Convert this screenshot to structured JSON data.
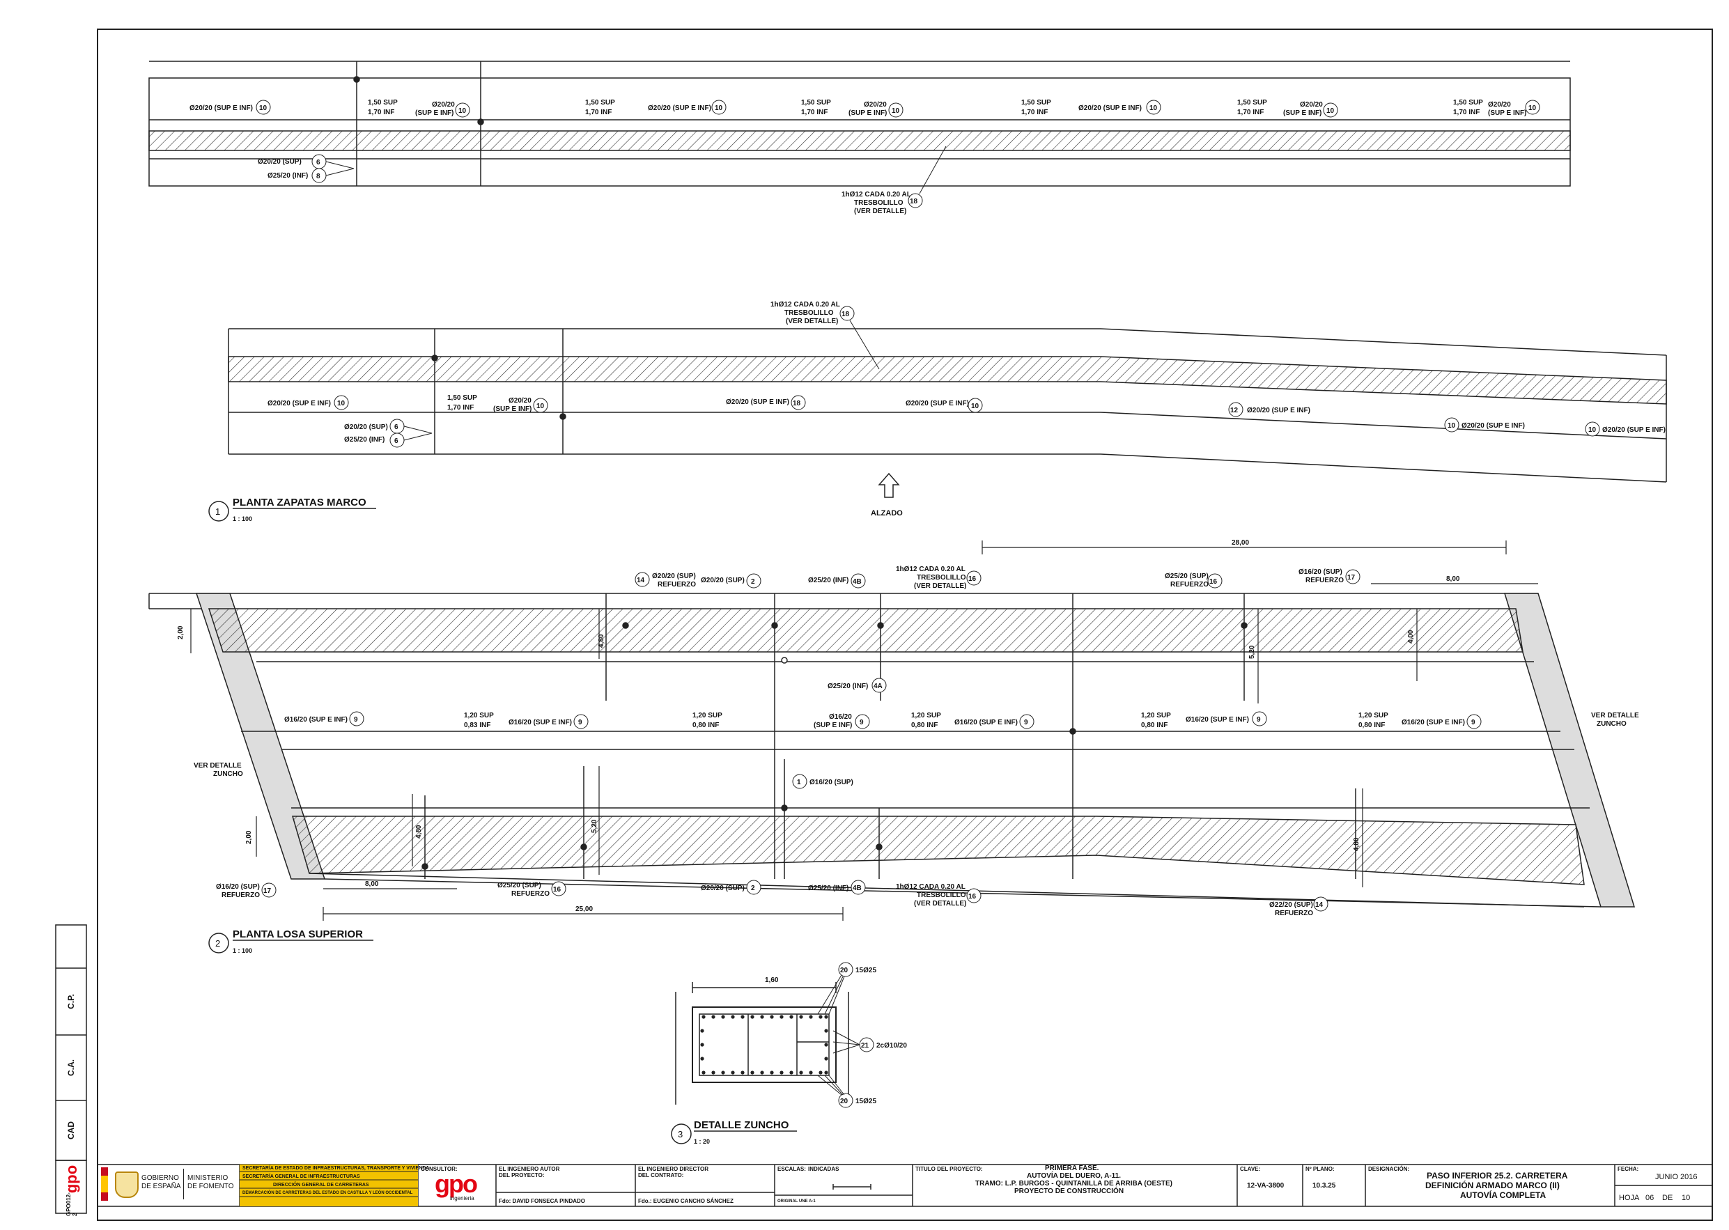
{
  "sheet_labels": {
    "plan1_number": "1",
    "plan1_title": "PLANTA ZAPATAS MARCO",
    "plan1_scale": "1 : 100",
    "plan2_number": "2",
    "plan2_title": "PLANTA LOSA SUPERIOR",
    "plan2_scale": "1 : 100",
    "plan3_number": "3",
    "plan3_title": "DETALLE ZUNCHO",
    "plan3_scale": "1 : 20",
    "alzado": "ALZADO"
  },
  "top_plan": {
    "rebar_left": "Ø20/20 (SUP E INF)",
    "rebar_left_mark": "10",
    "lap1a": "1,50 SUP",
    "lap1b": "1,70 INF",
    "rebar_2": "Ø20/20",
    "rebar_2b": "(SUP E INF)",
    "mark_10": "10",
    "rebar_6": "Ø20/20 (SUP)",
    "mark_6": "6",
    "rebar_8": "Ø25/20 (INF)",
    "mark_8": "8",
    "stirrup_a": "1hØ12 CADA 0.20 AL",
    "stirrup_b": "TRESBOLILLO",
    "stirrup_c": "(VER DETALLE)",
    "mark_18": "18"
  },
  "mid_plan": {
    "stirrup_a": "1hØ12 CADA 0.20 AL",
    "stirrup_b": "TRESBOLILLO",
    "stirrup_c": "(VER DETALLE)",
    "mark_18": "18",
    "rebar_10": "Ø20/20 (SUP E INF)",
    "lap_a": "1,50 SUP",
    "lap_b": "1,70 INF",
    "rebar_10b": "Ø20/20",
    "rebar_10c": "(SUP E INF)",
    "mark_10": "10",
    "rebar_6a": "Ø20/20 (SUP)",
    "rebar_6b": "Ø25/20 (INF)",
    "mark_6": "6",
    "rebar_18": "Ø20/20 (SUP E INF)",
    "rebar_18mark": "18",
    "rebar_12": "Ø20/20 (SUP E INF)",
    "rebar_12mark": "12"
  },
  "losa": {
    "dim_28": "28,00",
    "dim_8": "8,00",
    "dim_25": "25,00",
    "dim_2a": "2,00",
    "dim_2b": "2,00",
    "dim_480": "4,80",
    "dim_520": "5,20",
    "dim_400": "4,00",
    "r14": "Ø20/20 (SUP)",
    "r14b": "REFUERZO",
    "mark_14": "14",
    "r2": "Ø20/20 (SUP)",
    "mark_2": "2",
    "r4b": "Ø25/20 (INF)",
    "mark_4b": "4B",
    "r4a": "Ø25/20 (INF)",
    "mark_4a": "4A",
    "r16": "Ø25/20 (SUP)",
    "r16b": "REFUERZO",
    "mark_16": "16",
    "r17": "Ø16/20 (SUP)",
    "r17b": "REFUERZO",
    "mark_17": "17",
    "r9": "Ø16/20 (SUP E INF)",
    "mark_9": "9",
    "r9b": "Ø16/20",
    "r9c": "(SUP E INF)",
    "lap_a": "1,20 SUP",
    "lap_b": "0,80 INF",
    "lap_c": "0,83 INF",
    "r1": "Ø16/20 (SUP)",
    "mark_1": "1",
    "zuncho_a": "VER DETALLE",
    "zuncho_b": "ZUNCHO",
    "r25sup": "Ø25/20 (SUP)",
    "r22sup": "Ø22/20 (SUP)"
  },
  "zuncho": {
    "dim": "1,60",
    "mark_20": "20",
    "bars_top": "15Ø25",
    "mark_21": "21",
    "stirrups": "2cØ10/20",
    "bars_bot": "15Ø25"
  },
  "side_box": {
    "cp": "C.P.",
    "ca": "C.A.",
    "cad": "CAD",
    "code": "GPO012-2"
  },
  "title_block": {
    "ministry_line1": "SECRETARÍA DE ESTADO DE INFRAESTRUCTURAS, TRANSPORTE Y VIVIENDA",
    "ministry_line2": "SECRETARÍA GENERAL DE INFRAESTRUCTURAS",
    "ministry_line3": "DIRECCIÓN GENERAL DE CARRETERAS",
    "ministry_line4": "DEMARCACIÓN DE CARRETERAS DEL ESTADO EN CASTILLA Y LEÓN OCCIDENTAL",
    "gov_a": "GOBIERNO",
    "gov_b": "DE ESPAÑA",
    "min_a": "MINISTERIO",
    "min_b": "DE FOMENTO",
    "consultor": "CONSULTOR:",
    "gpo": "gpo",
    "gpo_sub": "ingenieria",
    "autor_a": "EL INGENIERO AUTOR",
    "autor_b": "DEL PROYECTO:",
    "autor_name": "Fdo: DAVID FONSECA PINDADO",
    "director_a": "EL INGENIERO DIRECTOR",
    "director_b": "DEL CONTRATO:",
    "director_name": "Fdo.: EUGENIO CANCHO SÁNCHEZ",
    "escalas_label": "ESCALAS:",
    "escalas_val": "INDICADAS",
    "original": "ORIGINAL UNE A-1",
    "titulo_label": "TITULO DEL PROYECTO:",
    "titulo_1": "PRIMERA FASE.",
    "titulo_2": "AUTOVÍA DEL DUERO, A-11.",
    "titulo_3": "TRAMO: L.P. BURGOS - QUINTANILLA DE ARRIBA (OESTE)",
    "titulo_4": "PROYECTO DE CONSTRUCCIÓN",
    "clave_label": "CLAVE:",
    "clave_val": "12-VA-3800",
    "plano_label": "Nº PLANO:",
    "plano_val": "10.3.25",
    "design_label": "DESIGNACIÓN:",
    "design_1": "PASO INFERIOR 25.2. CARRETERA",
    "design_2": "DEFINICIÓN ARMADO MARCO (II)",
    "design_3": "AUTOVÍA COMPLETA",
    "fecha_label": "FECHA:",
    "fecha_val": "JUNIO 2016",
    "hoja_label": "HOJA",
    "hoja_val": "06",
    "de_label": "DE",
    "total_val": "10"
  }
}
